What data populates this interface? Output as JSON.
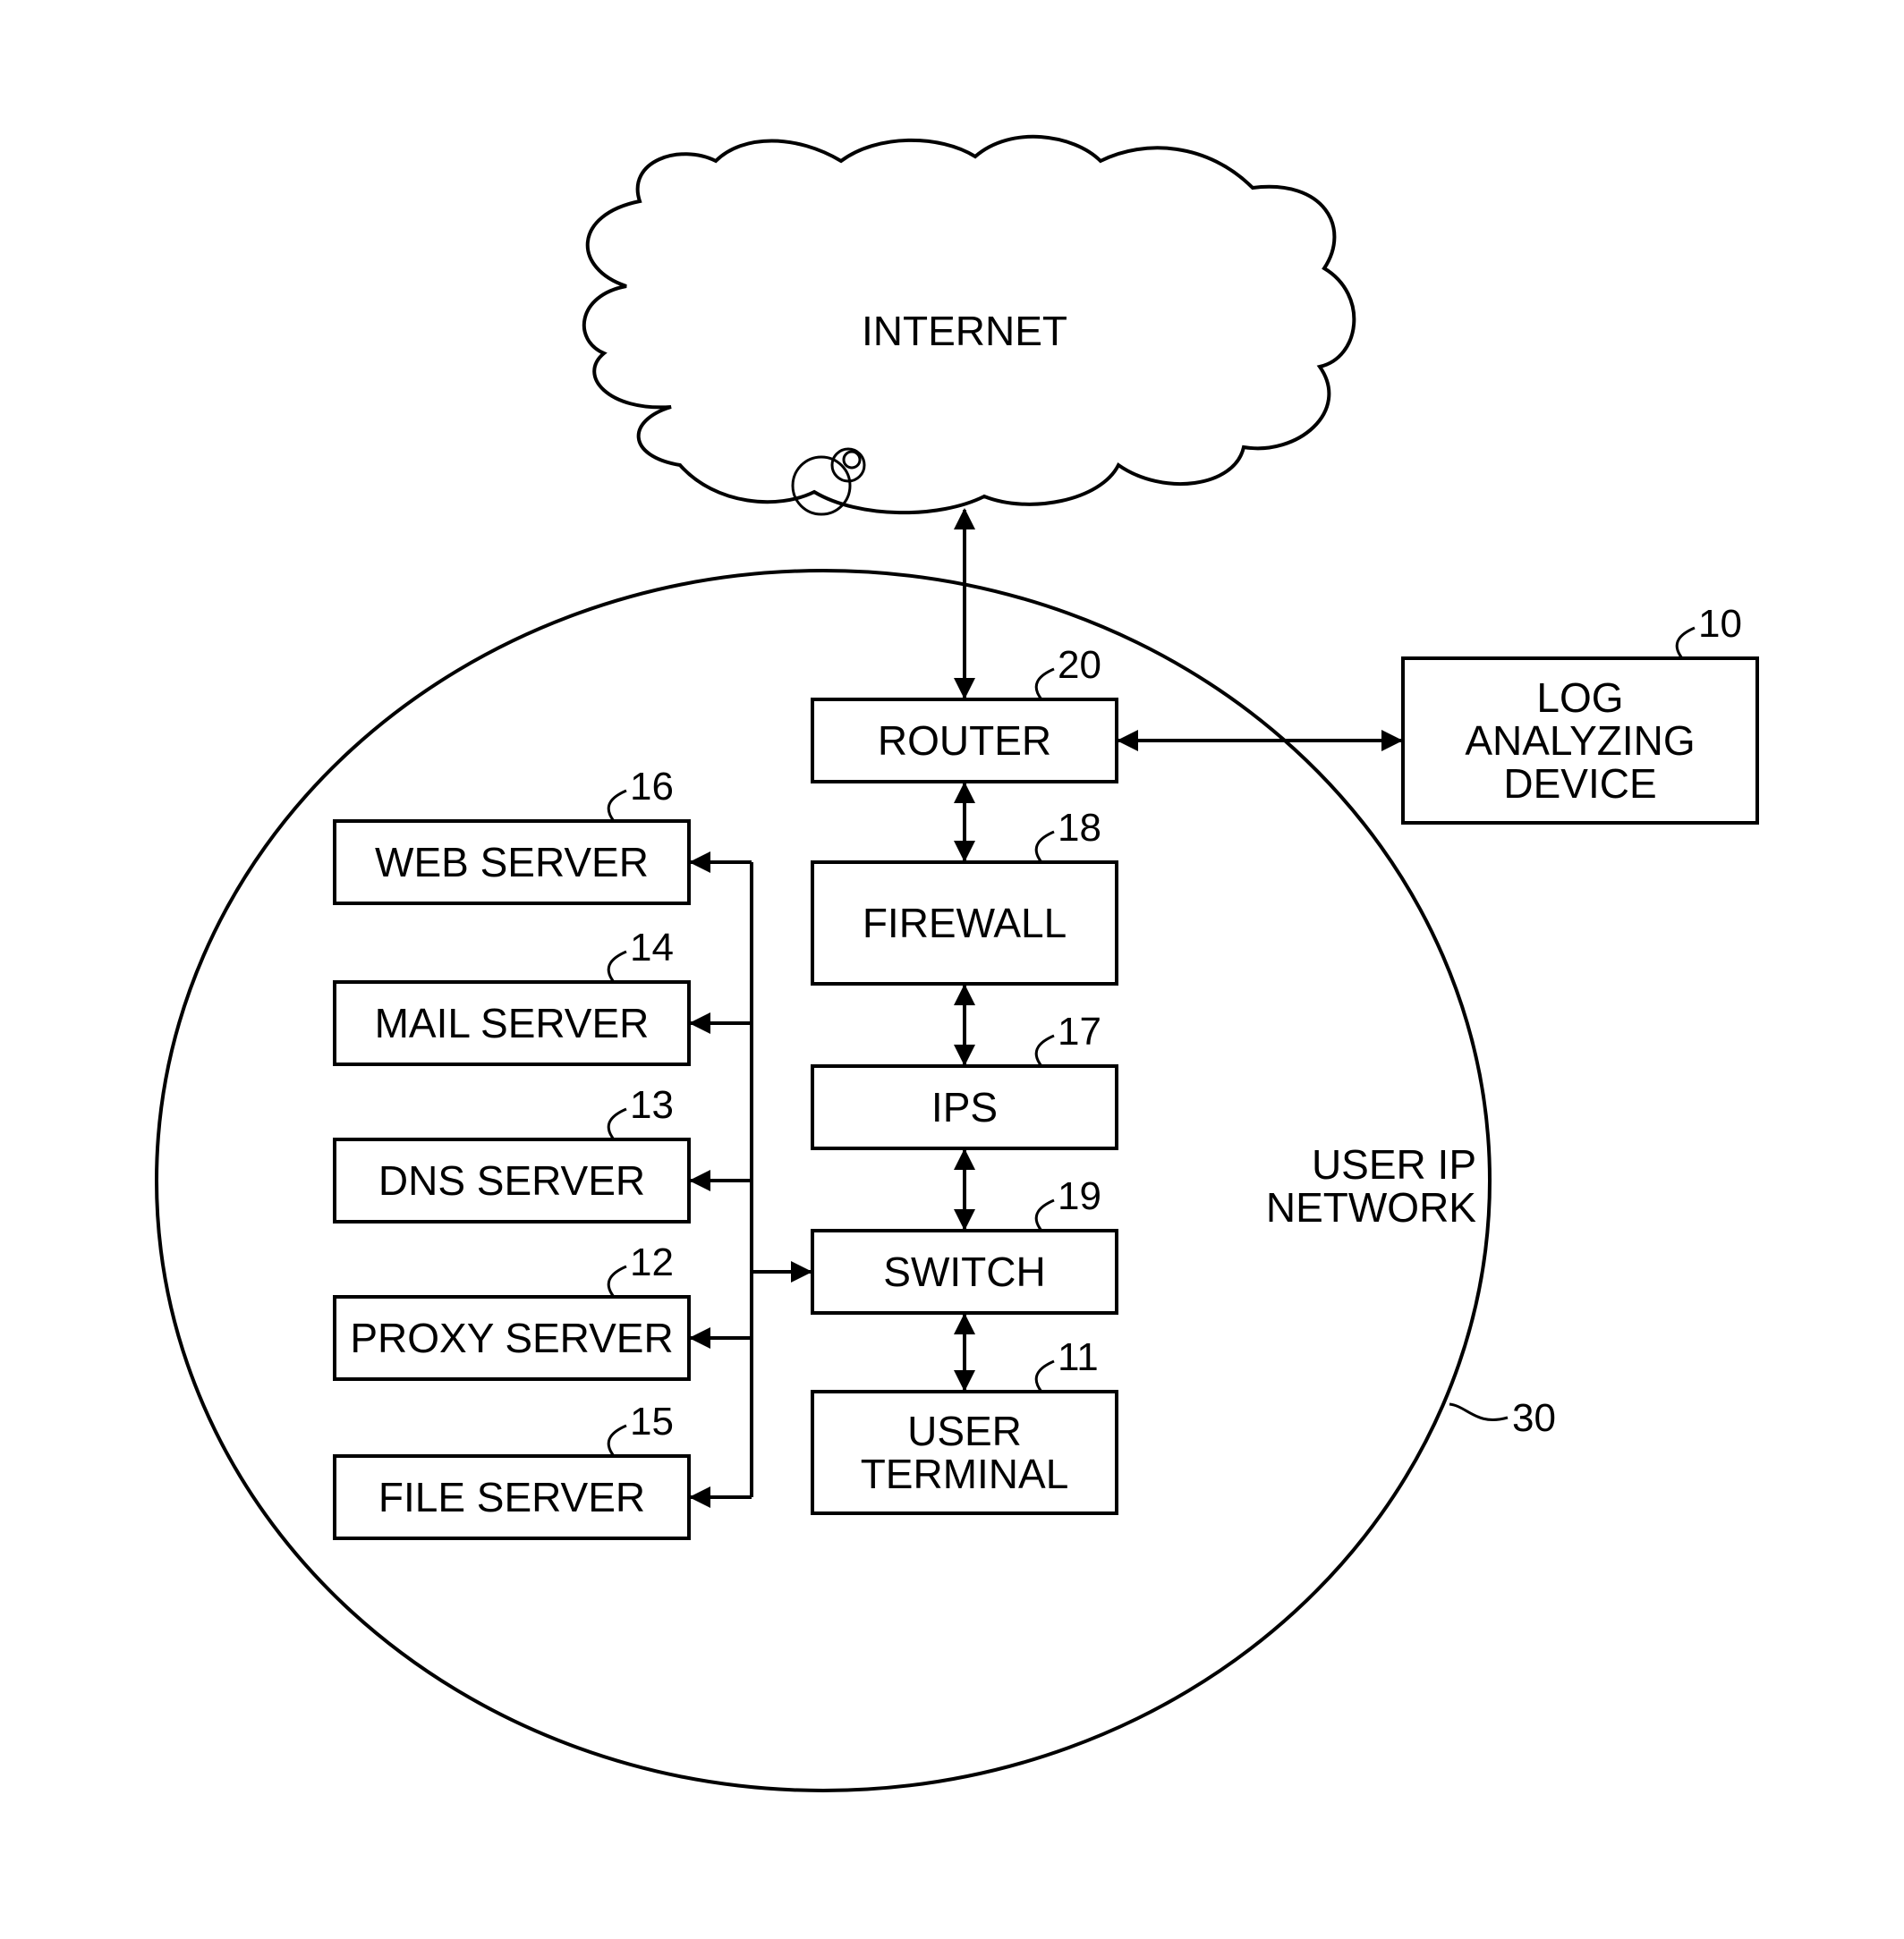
{
  "internet": "INTERNET",
  "network_label": [
    "USER IP",
    "NETWORK"
  ],
  "network_ref": "30",
  "nodes": {
    "router": {
      "lines": [
        "ROUTER"
      ],
      "ref": "20"
    },
    "firewall": {
      "lines": [
        "FIREWALL"
      ],
      "ref": "18"
    },
    "ips": {
      "lines": [
        "IPS"
      ],
      "ref": "17"
    },
    "switch": {
      "lines": [
        "SWITCH"
      ],
      "ref": "19"
    },
    "user_terminal": {
      "lines": [
        "USER",
        "TERMINAL"
      ],
      "ref": "11"
    },
    "log_analyzer": {
      "lines": [
        "LOG",
        "ANALYZING",
        "DEVICE"
      ],
      "ref": "10"
    },
    "web_server": {
      "lines": [
        "WEB SERVER"
      ],
      "ref": "16"
    },
    "mail_server": {
      "lines": [
        "MAIL SERVER"
      ],
      "ref": "14"
    },
    "dns_server": {
      "lines": [
        "DNS SERVER"
      ],
      "ref": "13"
    },
    "proxy_server": {
      "lines": [
        "PROXY SERVER"
      ],
      "ref": "12"
    },
    "file_server": {
      "lines": [
        "FILE SERVER"
      ],
      "ref": "15"
    }
  }
}
